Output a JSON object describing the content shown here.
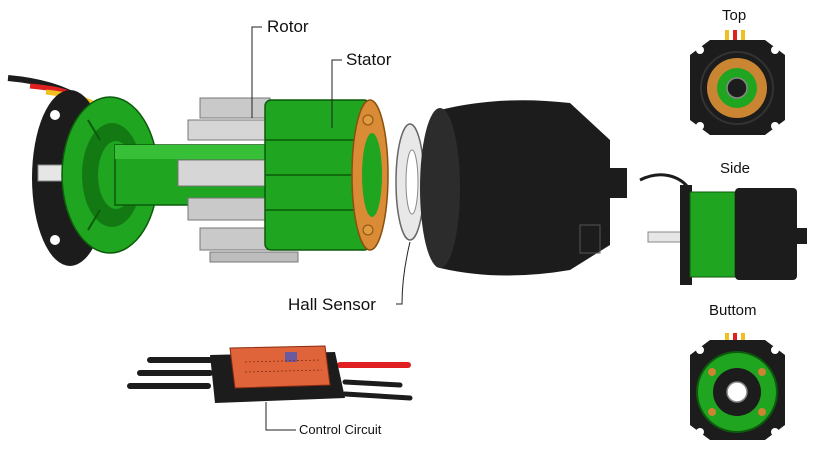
{
  "labels": {
    "rotor": "Rotor",
    "stator": "Stator",
    "hall_sensor": "Hall Sensor",
    "control_circuit": "Control Circuit",
    "view_top": "Top",
    "view_side": "Side",
    "view_bottom": "Buttom"
  },
  "colors": {
    "green": "#1fa51f",
    "green_dark": "#137a13",
    "black": "#1c1c1c",
    "gray": "#c9c9c9",
    "copper": "#c98532",
    "pcb": "#e0643a",
    "wire_red": "#e02020",
    "wire_yellow": "#f0c020"
  }
}
